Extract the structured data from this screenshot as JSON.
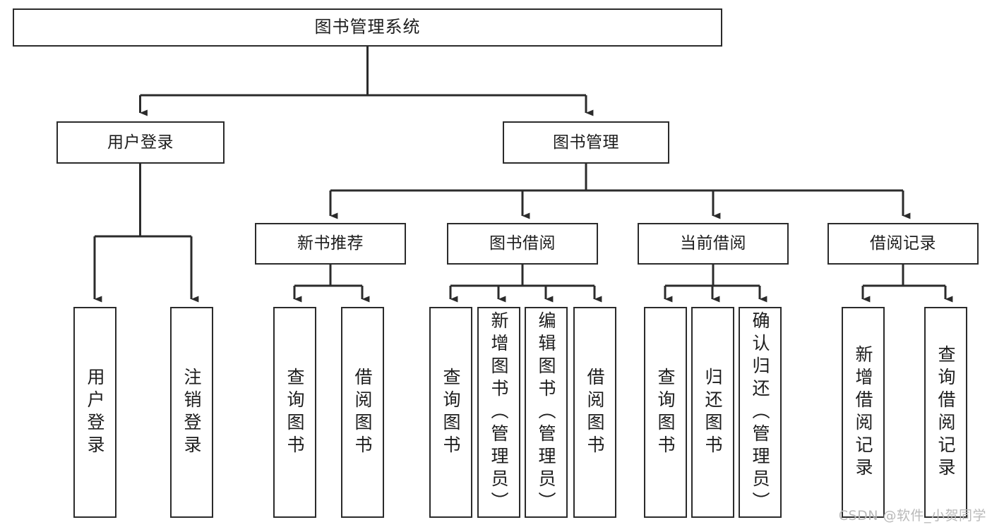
{
  "diagram": {
    "title": "图书管理系统",
    "watermark": "CSDN @软件_小贺同学",
    "colors": {
      "stroke": "#2b2b2b",
      "background": "#ffffff",
      "text": "#1d1d1d",
      "watermark": "#b9b9b9"
    },
    "root": {
      "label": "图书管理系统"
    },
    "level2": [
      {
        "label": "用户登录"
      },
      {
        "label": "图书管理"
      }
    ],
    "level3": [
      {
        "label": "新书推荐"
      },
      {
        "label": "图书借阅"
      },
      {
        "label": "当前借阅"
      },
      {
        "label": "借阅记录"
      }
    ],
    "leaves": {
      "user_login": [
        {
          "label": "用户登录"
        },
        {
          "label": "注销登录"
        }
      ],
      "new_book_recommend": [
        {
          "label": "查询图书"
        },
        {
          "label": "借阅图书"
        }
      ],
      "book_borrow": [
        {
          "label": "查询图书"
        },
        {
          "label": "新增图书（管理员）"
        },
        {
          "label": "编辑图书（管理员）"
        },
        {
          "label": "借阅图书"
        }
      ],
      "current_borrow": [
        {
          "label": "查询图书"
        },
        {
          "label": "归还图书"
        },
        {
          "label": "确认归还（管理员）"
        }
      ],
      "borrow_records": [
        {
          "label": "新增借阅记录"
        },
        {
          "label": "查询借阅记录"
        }
      ]
    }
  }
}
